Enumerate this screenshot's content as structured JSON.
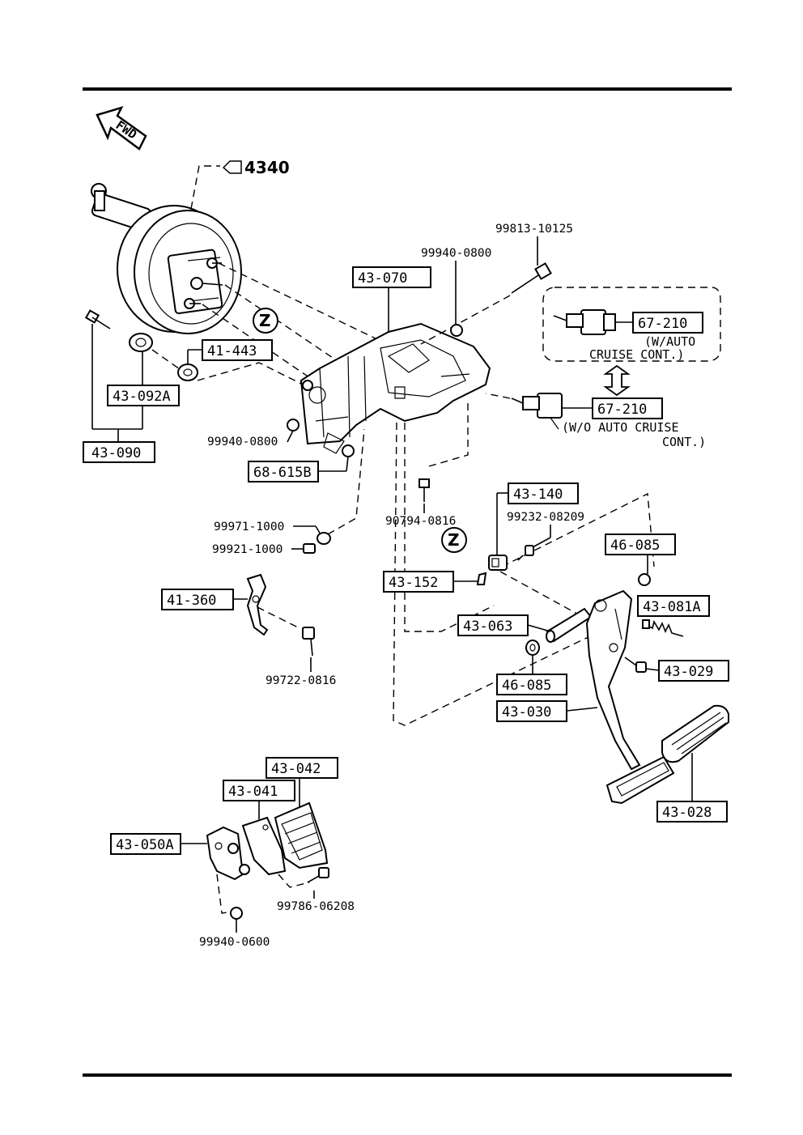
{
  "ref": "4340",
  "fwd": "FWD",
  "zone": "Z",
  "boxes": {
    "b43_070": "43-070",
    "b41_443": "41-443",
    "b43_092A": "43-092A",
    "b43_090": "43-090",
    "b68_615B": "68-615B",
    "b67_210_auto": "67-210",
    "b67_210_no": "67-210",
    "b43_140": "43-140",
    "b46_085_top": "46-085",
    "b43_152": "43-152",
    "b43_081A": "43-081A",
    "b43_063": "43-063",
    "b43_029": "43-029",
    "b46_085_bot": "46-085",
    "b43_030": "43-030",
    "b41_360": "41-360",
    "b43_042": "43-042",
    "b43_041": "43-041",
    "b43_050A": "43-050A",
    "b43_028": "43-028"
  },
  "parts": {
    "p99813": "99813-10125",
    "p99940_top": "99940-0800",
    "p99940_mid": "99940-0800",
    "p99971": "99971-1000",
    "p99921": "99921-1000",
    "p90794": "90794-0816",
    "p99232": "99232-08209",
    "p99722": "99722-0816",
    "p99786": "99786-06208",
    "p99940_0600": "99940-0600"
  },
  "notes": {
    "auto_1": "(W/AUTO",
    "auto_2": "CRUISE CONT.)",
    "noauto_1": "(W/O AUTO CRUISE",
    "noauto_2": "CONT.)"
  }
}
